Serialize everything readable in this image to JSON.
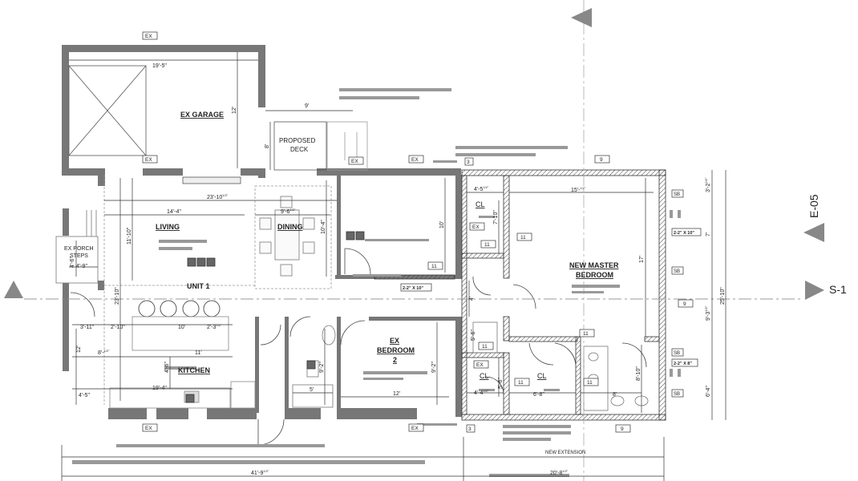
{
  "rooms": {
    "garage": "EX GARAGE",
    "deck_1": "PROPOSED",
    "deck_2": "DECK",
    "living": "LIVING",
    "dining": "DINING",
    "unit": "UNIT 1",
    "kitchen": "KITCHEN",
    "porch_1": "EX PORCH",
    "porch_2": "STEPS",
    "master_1": "NEW MASTER",
    "master_2": "BEDROOM",
    "bedroom2_1": "EX",
    "bedroom2_2": "BEDROOM",
    "bedroom2_3": "2",
    "cl": "CL"
  },
  "dimensions": {
    "garage_width": "19'-5\"",
    "garage_depth": "12'",
    "deck_width": "9'",
    "deck_depth": "8'",
    "living_overall": "23'-10",
    "living_overall_frac": "1/2\"",
    "living_width": "14'-4\"",
    "dining_width": "9'-6",
    "dining_frac": "1/2\"",
    "dining_depth": "10'-4\"",
    "living_depth": "11'-10\"",
    "overall_depth": "23'-10\"",
    "porch_depth": "4'-6\"",
    "porch_width": "4'-9\"",
    "bed1_depth": "10'",
    "kit_a": "3'-11\"",
    "kit_b": "2'-10\"",
    "kit_c": "10'",
    "kit_d": "2'-3",
    "kit_d_frac": "1/2\"",
    "kit_e": "8'-",
    "kit_e_frac": "1/2\"",
    "kit_f": "11'",
    "kit_g": "12'",
    "kit_h": "4'-6\"",
    "kit_i": "19'-4\"",
    "kit_j": "4'-5\"",
    "bath_w": "5'",
    "bath_d": "9'-2\"",
    "bed2_depth": "9'-2\"",
    "bed2_width": "12'",
    "cl1_w": "4'-5",
    "cl1_frac": "1/2\"",
    "cl1_d": "7'-10\"",
    "hall_d": "4'",
    "bath2_d": "5'-6\"",
    "cl2_w": "4'-4",
    "cl2_frac": "1/2\"",
    "cl2_d": "5'-6\"",
    "cl3_w": "6'-8\"",
    "bath3_w": "8'",
    "bath3_d": "8'-10\"",
    "master_w": "15'-",
    "master_w_frac": "1/2\"",
    "master_d": "17'",
    "right_a": "3'-2",
    "right_a_frac": "1/2\"",
    "right_b": "7'",
    "right_c": "9'-3",
    "right_c_frac": "1/2\"",
    "right_d": "6'-4\"",
    "right_total": "25'-10\"",
    "overall_width": "41'-9",
    "overall_width_frac": "1/2\"",
    "extension_width": "20'-8",
    "extension_frac": "1/2\"",
    "extension_label": "NEW EXTENSION"
  },
  "tags": {
    "ex": "EX",
    "nine": "9",
    "eleven": "11",
    "three": "3",
    "sb": "SB",
    "header_a": "2-2\" X 10\"",
    "header_b": "2-2\" X 8\""
  },
  "markers": {
    "section": "S-1",
    "elevation": "E-05"
  }
}
